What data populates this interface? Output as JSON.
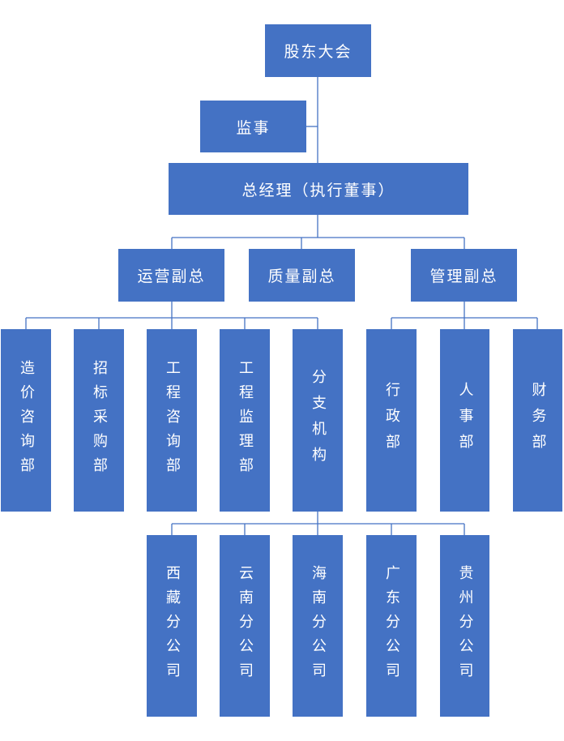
{
  "shareholders": "股东大会",
  "supervisor": "监事",
  "general_manager": "总经理（执行董事）",
  "vice_presidents": {
    "operations": "运营副总",
    "quality": "质量副总",
    "management": "管理副总"
  },
  "departments": {
    "cost_consulting": "造价咨询部",
    "bidding_procurement": "招标采购部",
    "engineering_consulting": "工程咨询部",
    "engineering_supervision": "工程监理部",
    "branches": "分支机构",
    "administration": "行政部",
    "hr": "人事部",
    "finance": "财务部"
  },
  "branch_companies": {
    "tibet": "西藏分公司",
    "yunnan": "云南分公司",
    "hainan": "海南分公司",
    "guangdong": "广东分公司",
    "guizhou": "贵州分公司"
  },
  "colors": {
    "box": "#4472C4",
    "text": "#FFFFFF",
    "line": "#4472C4"
  }
}
